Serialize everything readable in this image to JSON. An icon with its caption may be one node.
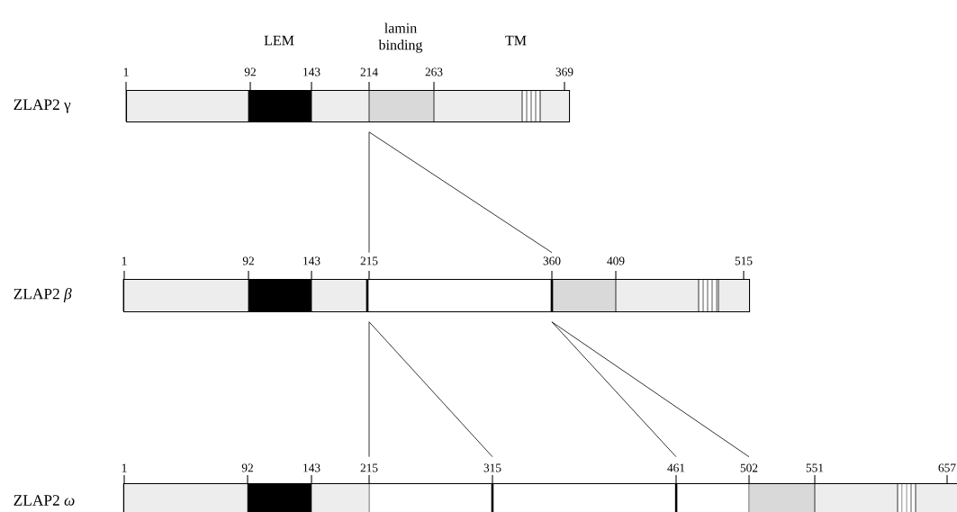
{
  "diagram": {
    "nodes": [
      {
        "text": [],
        "shape": "bar",
        "beside": [
          "ZLAP2 γ",
          "1",
          "92",
          "143",
          "214",
          "263",
          "369"
        ]
      },
      {
        "text": [],
        "shape": "bar",
        "beside": [
          "ZLAP2 *β*",
          "1",
          "92",
          "143",
          "215",
          "360",
          "409",
          "515"
        ]
      },
      {
        "text": [],
        "shape": "bar",
        "beside": [
          "ZLAP2 *ω*",
          "1",
          "92",
          "143",
          "215",
          "315",
          "461",
          "502",
          "551",
          "657"
        ]
      }
    ],
    "edges": [
      {
        "from": 0,
        "to": 1,
        "arrow": "none"
      },
      {
        "from": 0,
        "to": 1,
        "arrow": "none"
      },
      {
        "from": 1,
        "to": 2,
        "arrow": "none"
      },
      {
        "from": 1,
        "to": 2,
        "arrow": "none"
      },
      {
        "from": 1,
        "to": 2,
        "arrow": "none"
      },
      {
        "from": 1,
        "to": 2,
        "arrow": "none"
      }
    ],
    "labels": [
      "LEM",
      "lamin binding",
      "TM"
    ]
  }
}
